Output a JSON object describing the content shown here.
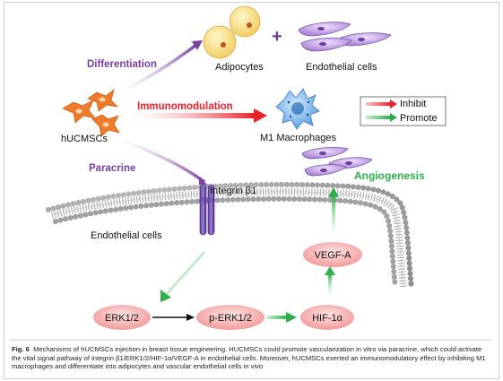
{
  "labels": {
    "adipocytes": "Adipocytes",
    "plus": "+",
    "endothelial_cells_top": "Endothelial cells",
    "differentiation": "Differentiation",
    "immunomodulation": "Immunomodulation",
    "m1_macrophages": "M1 Macrophages",
    "hucmscs": "hUCMSCs",
    "paracrine": "Paracrine",
    "integrin": "Integrin β1",
    "angiogenesis": "Angiogenesis",
    "endothelial_cells_membrane": "Endothelial cells",
    "vegfa": "VEGF-A",
    "erk": "ERK1/2",
    "perk": "p-ERK1/2",
    "hif": "HIF-1α"
  },
  "legend": {
    "inhibit": "Inhibit",
    "promote": "Promote"
  },
  "caption": {
    "figure": "Fig. 6",
    "text": "Mechanisms of hUCMSCs injection in breast tissue engineering. HUCMSCs could promote vascularization in vitro via paracrine, which could activate the vital signal pathway of integrin β1/ERK1/2/HIF-1α/VEGF-A in endothelial cells. Moreover, hUCMSCs exerted an immunomodulatory effect by inhibiting M1 macrophages and differentiate into adipocytes and vascular endothelial cells in vivo"
  },
  "colors": {
    "purple": "#7b3fa0",
    "red": "#e8202a",
    "green": "#2fae4a",
    "orange": "#ef7b2a",
    "node_fill": "#f4b8b8"
  }
}
